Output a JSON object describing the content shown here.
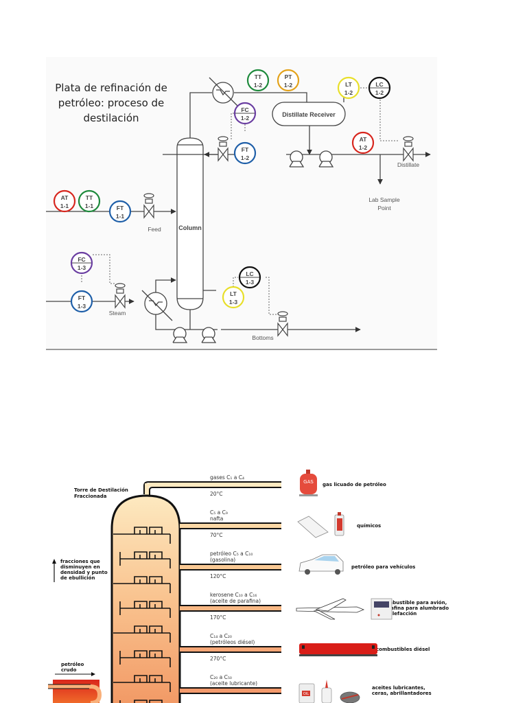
{
  "top_diagram": {
    "title_lines": [
      "Plata de refinación de",
      "petróleo: proceso de",
      "destilación"
    ],
    "column_label": "Column",
    "receiver_label": "Distillate Receiver",
    "labels": {
      "feed": "Feed",
      "steam": "Steam",
      "bottoms": "Bottoms",
      "distillate": "Distillate",
      "lab_sample_1": "Lab Sample",
      "lab_sample_2": "Point"
    },
    "instruments": [
      {
        "id": "AT-1-1",
        "tag": "AT",
        "num": "1-1",
        "color": "#d7261e",
        "controller": false
      },
      {
        "id": "TT-1-1",
        "tag": "TT",
        "num": "1-1",
        "color": "#1e8a3c",
        "controller": false
      },
      {
        "id": "FT-1-1",
        "tag": "FT",
        "num": "1-1",
        "color": "#1f5fa8",
        "controller": false
      },
      {
        "id": "TT-1-2",
        "tag": "TT",
        "num": "1-2",
        "color": "#1e8a3c",
        "controller": false
      },
      {
        "id": "PT-1-2",
        "tag": "PT",
        "num": "1-2",
        "color": "#e3a21a",
        "controller": false
      },
      {
        "id": "FC-1-2",
        "tag": "FC",
        "num": "1-2",
        "color": "#6a3ea1",
        "controller": true
      },
      {
        "id": "FT-1-2",
        "tag": "FT",
        "num": "1-2",
        "color": "#1f5fa8",
        "controller": false
      },
      {
        "id": "LT-1-2",
        "tag": "LT",
        "num": "1-2",
        "color": "#e8df2a",
        "controller": false
      },
      {
        "id": "LC-1-2",
        "tag": "LC",
        "num": "1-2",
        "color": "#111111",
        "controller": true
      },
      {
        "id": "AT-1-2",
        "tag": "AT",
        "num": "1-2",
        "color": "#d7261e",
        "controller": false
      },
      {
        "id": "FC-1-3",
        "tag": "FC",
        "num": "1-3",
        "color": "#6a3ea1",
        "controller": true
      },
      {
        "id": "FT-1-3",
        "tag": "FT",
        "num": "1-3",
        "color": "#1f5fa8",
        "controller": false
      },
      {
        "id": "LC-1-3",
        "tag": "LC",
        "num": "1-3",
        "color": "#111111",
        "controller": true
      },
      {
        "id": "LT-1-3",
        "tag": "LT",
        "num": "1-3",
        "color": "#e8df2a",
        "controller": false
      }
    ]
  },
  "bottom_diagram": {
    "tower_title_lines": [
      "Torre de Destilación",
      "Fraccionada"
    ],
    "arrow_note_lines": [
      "fracciones que",
      "disminuyen en",
      "densidad y punto",
      "de ebullición"
    ],
    "crude_label_lines": [
      "petróleo",
      "crudo"
    ],
    "fractions": [
      {
        "name_lines": [
          "gases C₁ a C₄"
        ],
        "temp": "20°C",
        "product_lines": [
          "gas licuado de petróleo"
        ],
        "icon": "gas-cylinder-icon",
        "pipe_color": "#fde7b8"
      },
      {
        "name_lines": [
          "C₅ a C₉",
          "nafta"
        ],
        "temp": "70°C",
        "product_lines": [
          "químicos"
        ],
        "icon": "chemicals-icon",
        "pipe_color": "#fbd8a6"
      },
      {
        "name_lines": [
          "petróleo C₅ a C₁₀",
          "(gasolina)"
        ],
        "temp": "120°C",
        "product_lines": [
          "petróleo para vehículos"
        ],
        "icon": "car-icon",
        "pipe_color": "#f9c994"
      },
      {
        "name_lines": [
          "kerosene C₁₀ a C₁₆",
          "(aceite de parafina)"
        ],
        "temp": "170°C",
        "product_lines": [
          "combustible para avión,",
          "parafina para alumbrado",
          "y calefacción"
        ],
        "icon": "airplane-icon",
        "pipe_color": "#f7b784"
      },
      {
        "name_lines": [
          "C₁₄ a C₂₀",
          "(petróleos diésel)"
        ],
        "temp": "270°C",
        "product_lines": [
          "combustibles diésel"
        ],
        "icon": "train-icon",
        "pipe_color": "#f5a676"
      },
      {
        "name_lines": [
          "C₂₀ a C₅₀",
          "(aceite lubricante)"
        ],
        "temp": "",
        "product_lines": [
          "aceites lubricantes,",
          "ceras, abrillantadores"
        ],
        "icon": "oil-cans-icon",
        "pipe_color": "#f39a6c"
      }
    ],
    "gas_icon_text": "GAS",
    "oil_icon_text": "OIL"
  }
}
